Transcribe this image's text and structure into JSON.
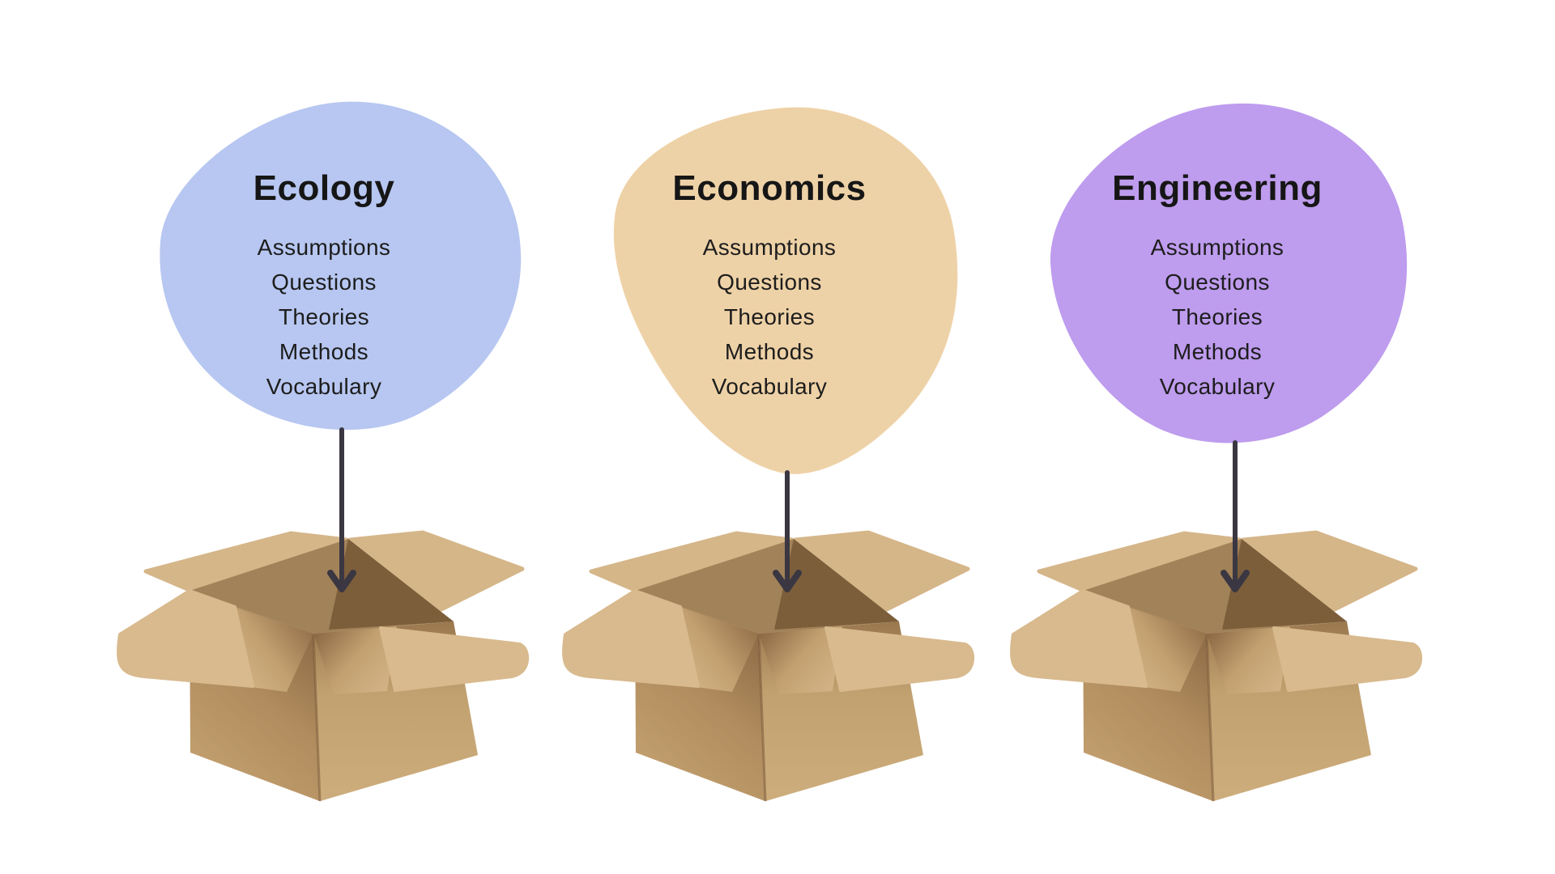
{
  "page": {
    "background": "#ffffff"
  },
  "columns": [
    {
      "title": "Ecology",
      "blob_color": "#b7c7f1",
      "items": [
        "Assumptions",
        "Questions",
        "Theories",
        "Methods",
        "Vocabulary"
      ]
    },
    {
      "title": "Economics",
      "blob_color": "#eed2a7",
      "items": [
        "Assumptions",
        "Questions",
        "Theories",
        "Methods",
        "Vocabulary"
      ]
    },
    {
      "title": "Engineering",
      "blob_color": "#be9cee",
      "items": [
        "Assumptions",
        "Questions",
        "Theories",
        "Methods",
        "Vocabulary"
      ]
    }
  ],
  "arrow_color": "#3a3742",
  "text_color": "#161616",
  "box_colors": {
    "flap": "#d6b78a",
    "interior": "#a28258",
    "interior_dark": "#7c5e3b",
    "wall_dark": "#8a6743",
    "wall_light": "#cbab79"
  }
}
